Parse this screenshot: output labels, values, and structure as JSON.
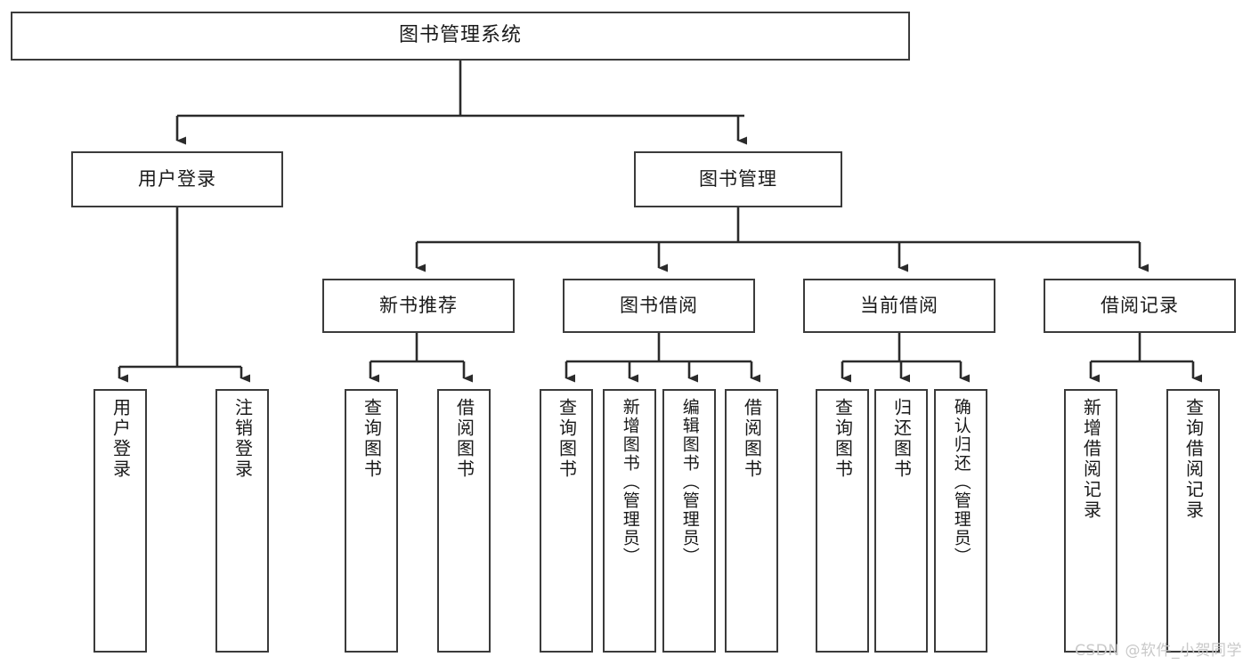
{
  "diagram": {
    "title": "图书管理系统",
    "type": "tree",
    "colors": {
      "box_border": "#3b3b3b",
      "box_fill": "#ffffff",
      "connector": "#2b2b2b",
      "text": "#1a1a1a",
      "watermark": "#c9c9c9",
      "background": "#ffffff"
    }
  },
  "root": {
    "label": "图书管理系统"
  },
  "level2": [
    {
      "label": "用户登录"
    },
    {
      "label": "图书管理"
    }
  ],
  "level3": [
    {
      "label": "新书推荐"
    },
    {
      "label": "图书借阅"
    },
    {
      "label": "当前借阅"
    },
    {
      "label": "借阅记录"
    }
  ],
  "leaves": {
    "user_login": [
      {
        "label": "用户登录"
      },
      {
        "label": "注销登录"
      }
    ],
    "new_book_recommend": [
      {
        "label": "查询图书"
      },
      {
        "label": "借阅图书"
      }
    ],
    "book_borrow": [
      {
        "label": "查询图书"
      },
      {
        "label": "新增图书（管理员）"
      },
      {
        "label": "编辑图书（管理员）"
      },
      {
        "label": "借阅图书"
      }
    ],
    "current_borrow": [
      {
        "label": "查询图书"
      },
      {
        "label": "归还图书"
      },
      {
        "label": "确认归还（管理员）"
      }
    ],
    "borrow_record": [
      {
        "label": "新增借阅记录"
      },
      {
        "label": "查询借阅记录"
      }
    ]
  },
  "watermark": {
    "text": "CSDN @软件_小贺同学"
  }
}
